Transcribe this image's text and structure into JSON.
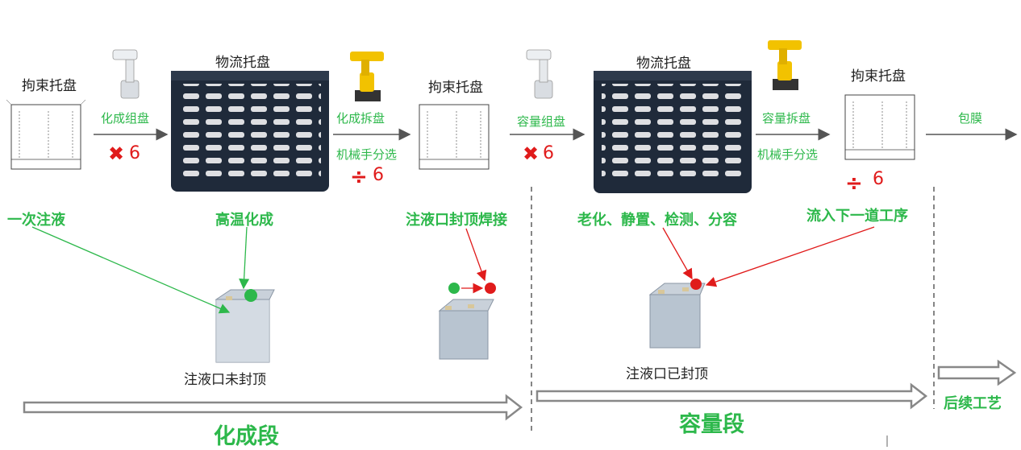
{
  "top_labels": {
    "tray1": "拘束托盘",
    "logistics1": "物流托盘",
    "tray2": "拘束托盘",
    "logistics2": "物流托盘",
    "tray3": "拘束托盘"
  },
  "arrow_labels": {
    "group1": "化成组盘",
    "split1": "化成拆盘",
    "robot_split1": "机械手分选",
    "group2": "容量组盘",
    "split2": "容量拆盘",
    "robot_split2": "机械手分选",
    "wrap": "包膜"
  },
  "multipliers": {
    "m1": "6",
    "d1": "6",
    "m2": "6",
    "d2": "6"
  },
  "process_steps": {
    "injection": "一次注液",
    "high_temp": "高温化成",
    "seal_weld": "注液口封顶焊接",
    "aging": "老化、静置、检测、分容",
    "next": "流入下一道工序"
  },
  "captions": {
    "unsealed": "注液口未封顶",
    "sealed": "注液口已封顶"
  },
  "stages": {
    "formation": "化成段",
    "capacity": "容量段",
    "followup": "后续工艺"
  },
  "colors": {
    "green": "#2db84b",
    "red": "#e01b1b",
    "tray": "#1f2a3a",
    "arrow": "#555555"
  }
}
